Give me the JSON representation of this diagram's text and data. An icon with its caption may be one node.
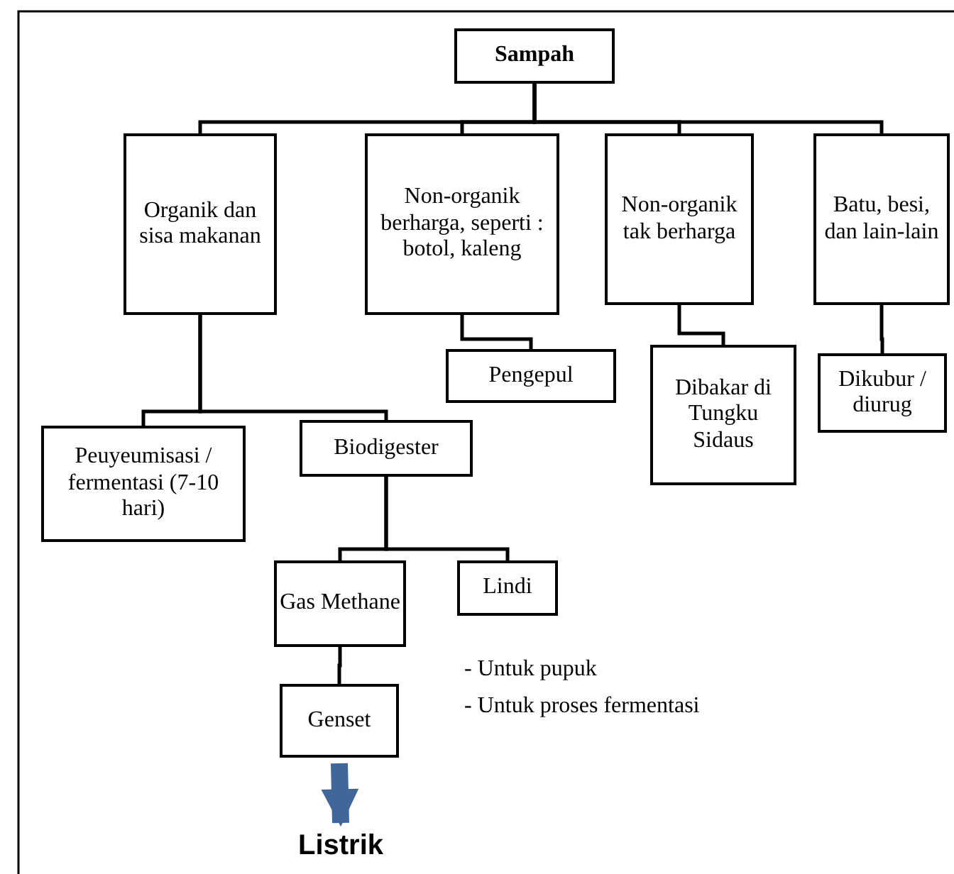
{
  "diagram": {
    "nodes": [
      {
        "text": [
          "Sampah"
        ]
      },
      {
        "text": [
          "Organik dan sisa makanan"
        ]
      },
      {
        "text": [
          "Non-organik berharga, seperti :  botol, kaleng"
        ]
      },
      {
        "text": [
          "Non-organik tak berharga"
        ]
      },
      {
        "text": [
          "Batu, besi, dan lain-lain"
        ]
      },
      {
        "text": [
          "Pengepul"
        ]
      },
      {
        "text": [
          "Dibakar di Tungku Sidaus"
        ]
      },
      {
        "text": [
          "Dikubur / diurug"
        ]
      },
      {
        "text": [
          "Peuyeumisasi / fermentasi (7-10 hari)"
        ]
      },
      {
        "text": [
          "Biodigester"
        ]
      },
      {
        "text": [
          "Gas Methane"
        ]
      },
      {
        "text": [
          "Lindi"
        ]
      },
      {
        "text": [
          "Genset"
        ]
      },
      {
        "text": [
          "Listrik"
        ]
      }
    ],
    "edges": [
      {
        "from": 0,
        "to": 1,
        "arrow": "none"
      },
      {
        "from": 0,
        "to": 2,
        "arrow": "none"
      },
      {
        "from": 0,
        "to": 3,
        "arrow": "none"
      },
      {
        "from": 0,
        "to": 4,
        "arrow": "none"
      },
      {
        "from": 2,
        "to": 5,
        "arrow": "none"
      },
      {
        "from": 3,
        "to": 6,
        "arrow": "none"
      },
      {
        "from": 4,
        "to": 7,
        "arrow": "none"
      },
      {
        "from": 1,
        "to": 8,
        "arrow": "none"
      },
      {
        "from": 1,
        "to": 9,
        "arrow": "none"
      },
      {
        "from": 9,
        "to": 10,
        "arrow": "none"
      },
      {
        "from": 9,
        "to": 11,
        "arrow": "none"
      },
      {
        "from": 10,
        "to": 12,
        "arrow": "none"
      },
      {
        "from": 12,
        "to": 13,
        "arrow": "to",
        "style": "thick",
        "color": "#41679a"
      }
    ],
    "labels": [
      "- Untuk pupuk",
      "- Untuk proses fermentasi"
    ]
  }
}
